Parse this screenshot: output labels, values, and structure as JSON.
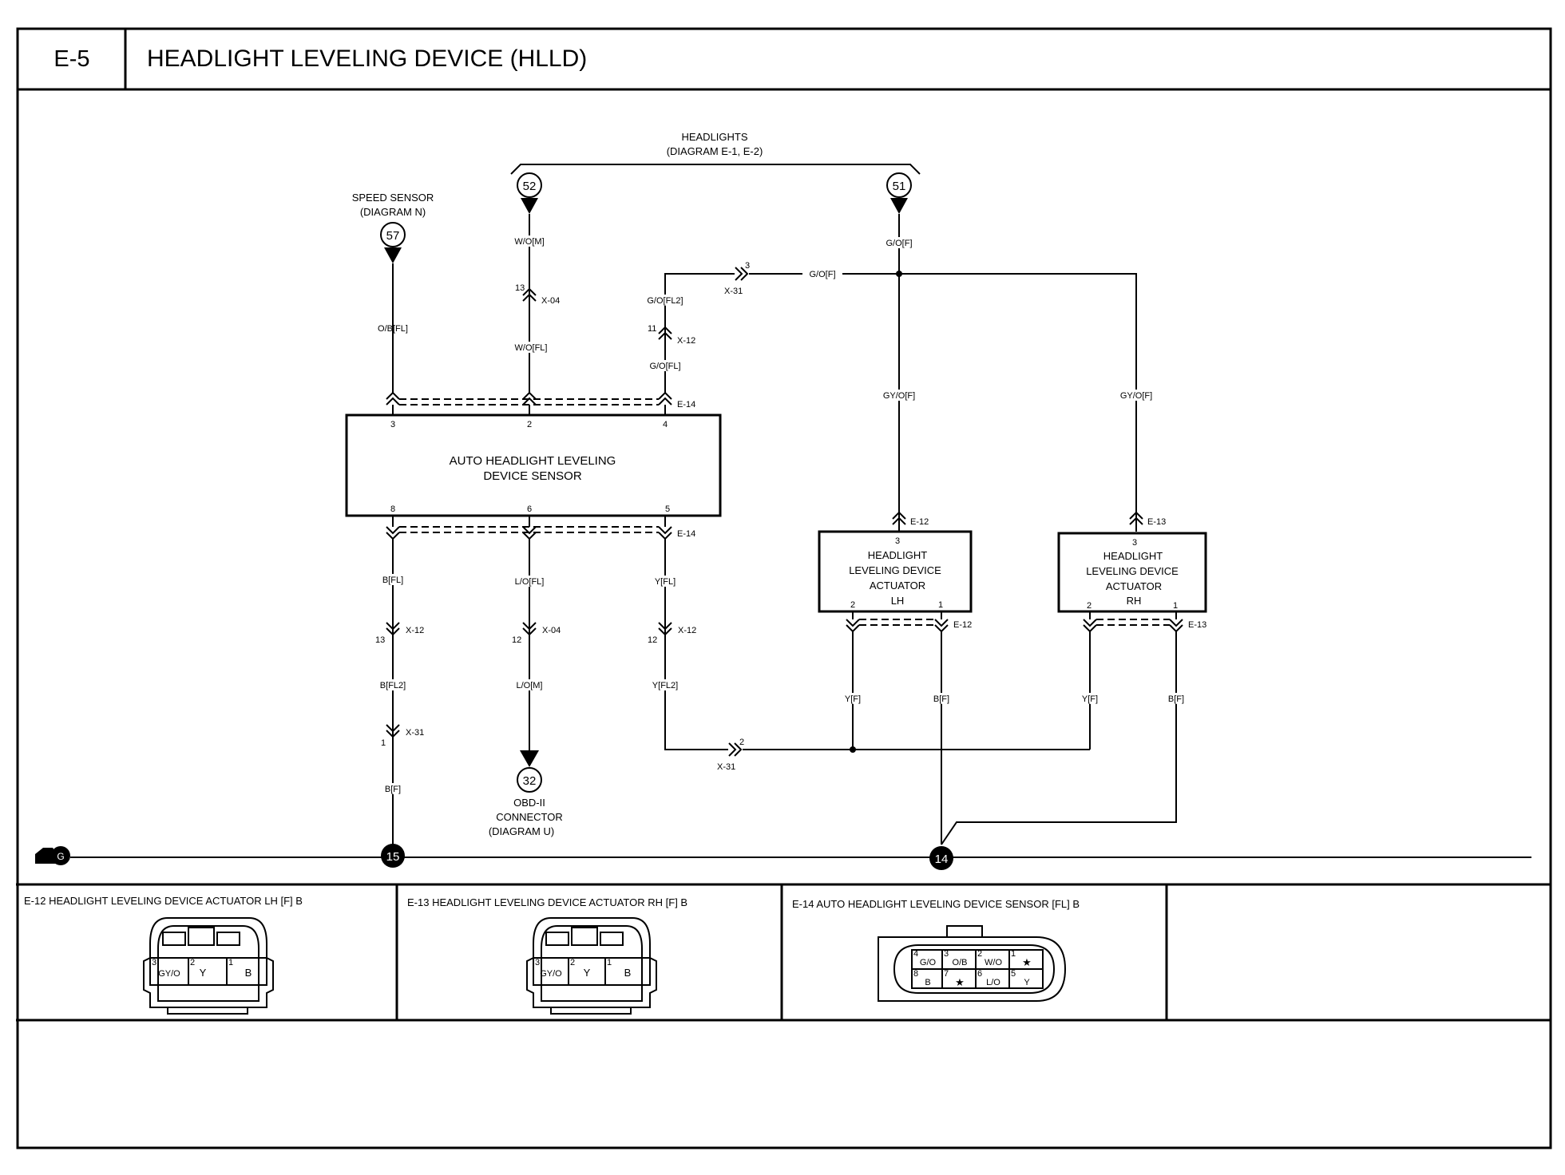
{
  "header": {
    "code": "E-5",
    "title": "HEADLIGHT LEVELING DEVICE (HLLD)"
  },
  "refs": {
    "headlights": {
      "title": "HEADLIGHTS",
      "diagram": "(DIAGRAM E-1, E-2)"
    },
    "speed_sensor": {
      "title": "SPEED SENSOR",
      "diagram": "(DIAGRAM N)"
    },
    "obd": {
      "line1": "OBD-II",
      "line2": "CONNECTOR",
      "diagram": "(DIAGRAM U)"
    }
  },
  "nodes": {
    "n52": "52",
    "n51": "51",
    "n57": "57",
    "n32": "32",
    "n15": "15",
    "n14": "14",
    "ground": "G"
  },
  "sensor": {
    "line1": "AUTO HEADLIGHT LEVELING",
    "line2": "DEVICE SENSOR",
    "pins": {
      "p3": "3",
      "p2": "2",
      "p4": "4",
      "p8": "8",
      "p6": "6",
      "p5": "5"
    }
  },
  "actuator_lh": {
    "line1": "HEADLIGHT",
    "line2": "LEVELING DEVICE",
    "line3": "ACTUATOR",
    "line4": "LH",
    "pin3": "3",
    "pin2": "2",
    "pin1": "1"
  },
  "actuator_rh": {
    "line1": "HEADLIGHT",
    "line2": "LEVELING DEVICE",
    "line3": "ACTUATOR",
    "line4": "RH",
    "pin3": "3",
    "pin2": "2",
    "pin1": "1"
  },
  "wires": {
    "ob_fl": "O/B[FL]",
    "wo_m": "W/O[M]",
    "wo_fl": "W/O[FL]",
    "go_f": "G/O[F]",
    "go_f2": "G/O[F]",
    "go_fl2": "G/O[FL2]",
    "go_fl": "G/O[FL]",
    "gyo_f_lh": "GY/O[F]",
    "gyo_f_rh": "GY/O[F]",
    "b_fl": "B[FL]",
    "lo_fl": "L/O[FL]",
    "y_fl": "Y[FL]",
    "b_fl2": "B[FL2]",
    "lo_m": "L/O[M]",
    "y_fl2": "Y[FL2]",
    "b_f": "B[F]",
    "y_f_lh": "Y[F]",
    "b_f_lh": "B[F]",
    "y_f_rh": "Y[F]",
    "b_f_rh": "B[F]"
  },
  "connectors": {
    "x04_top": "X-04",
    "x04_top_pin": "13",
    "x31_top": "X-31",
    "x31_top_pin": "3",
    "x12_top": "X-12",
    "x12_top_pin": "11",
    "e14_top": "E-14",
    "e14_bot": "E-14",
    "x12_b": "X-12",
    "x12_b_pin": "13",
    "x04_b": "X-04",
    "x04_b_pin": "12",
    "x12_y": "X-12",
    "x12_y_pin": "12",
    "x31_b": "X-31",
    "x31_b_pin": "1",
    "x31_y": "X-31",
    "x31_y_pin": "2",
    "e12_top": "E-12",
    "e12_bot": "E-12",
    "e13_top": "E-13",
    "e13_bot": "E-13"
  },
  "connector_views": {
    "e12": {
      "caption": "E-12 HEADLIGHT LEVELING DEVICE ACTUATOR LH [F] B",
      "pins": [
        {
          "n": "3",
          "c": "GY/O"
        },
        {
          "n": "2",
          "c": "Y"
        },
        {
          "n": "1",
          "c": "B"
        }
      ]
    },
    "e13": {
      "caption": "E-13 HEADLIGHT LEVELING DEVICE ACTUATOR RH [F] B",
      "pins": [
        {
          "n": "3",
          "c": "GY/O"
        },
        {
          "n": "2",
          "c": "Y"
        },
        {
          "n": "1",
          "c": "B"
        }
      ]
    },
    "e14": {
      "caption": "E-14 AUTO HEADLIGHT LEVELING DEVICE SENSOR [FL] B",
      "pins": [
        {
          "n": "4",
          "c": "G/O"
        },
        {
          "n": "3",
          "c": "O/B"
        },
        {
          "n": "2",
          "c": "W/O"
        },
        {
          "n": "1",
          "c": "★"
        },
        {
          "n": "8",
          "c": "B"
        },
        {
          "n": "7",
          "c": "★"
        },
        {
          "n": "6",
          "c": "L/O"
        },
        {
          "n": "5",
          "c": "Y"
        }
      ]
    }
  }
}
